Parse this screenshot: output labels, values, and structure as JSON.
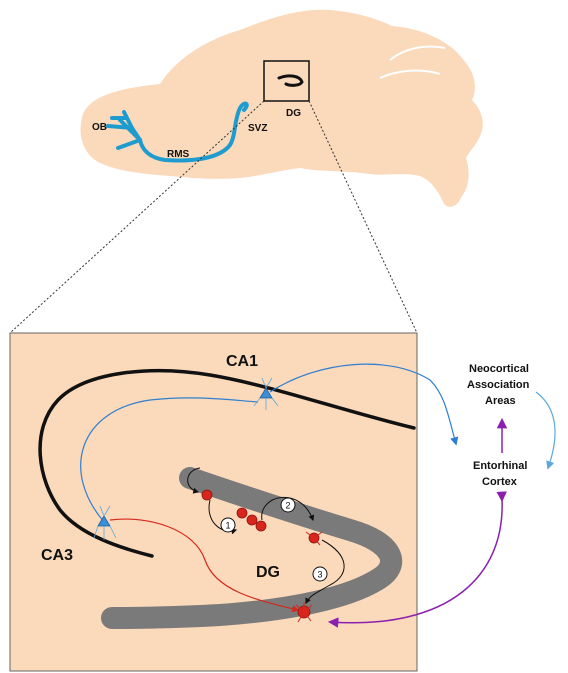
{
  "brain_labels": {
    "ob": "OB",
    "rms": "RMS",
    "svz": "SVZ",
    "dg": "DG"
  },
  "hippocampus_labels": {
    "ca1": "CA1",
    "ca3": "CA3",
    "dg": "DG"
  },
  "steps": [
    "1",
    "2",
    "3"
  ],
  "cortex": {
    "neocortical_line1": "Neocortical",
    "neocortical_line2": "Association",
    "neocortical_line3": "Areas",
    "entorhinal_line1": "Entorhinal",
    "entorhinal_line2": "Cortex"
  },
  "colors": {
    "tissue": "#fbd9bb",
    "rms_path": "#1f9ccf",
    "dg_band": "#7a7a7a",
    "blue_projection": "#2f7fd0",
    "red_projection": "#d42a1d",
    "purple_projection": "#8b1fb0",
    "new_neuron": "#d9261c",
    "pyramidal_neuron": "#3a8fd8"
  }
}
